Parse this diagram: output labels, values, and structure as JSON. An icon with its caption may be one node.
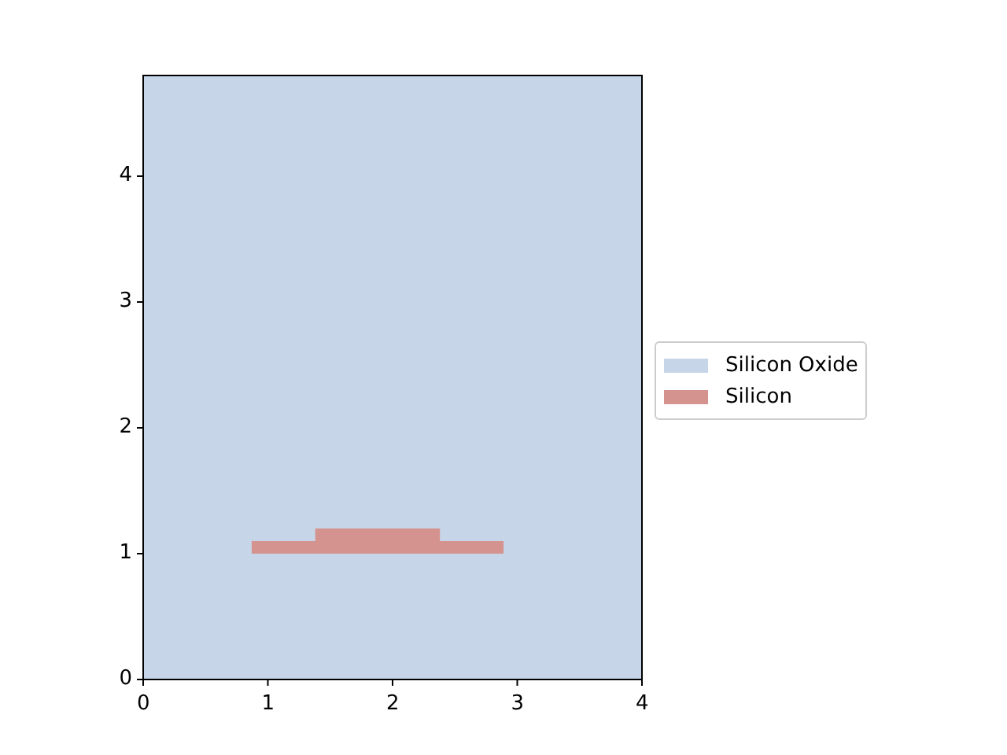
{
  "diagram": {
    "labels": [
      "4",
      "3",
      "2",
      "1",
      "0",
      "0",
      "1",
      "2",
      "3",
      "4"
    ],
    "legend": [
      {
        "text": "Silicon Oxide",
        "color": "#c6d5e8"
      },
      {
        "text": "Silicon",
        "color": "#d4938e"
      }
    ]
  }
}
